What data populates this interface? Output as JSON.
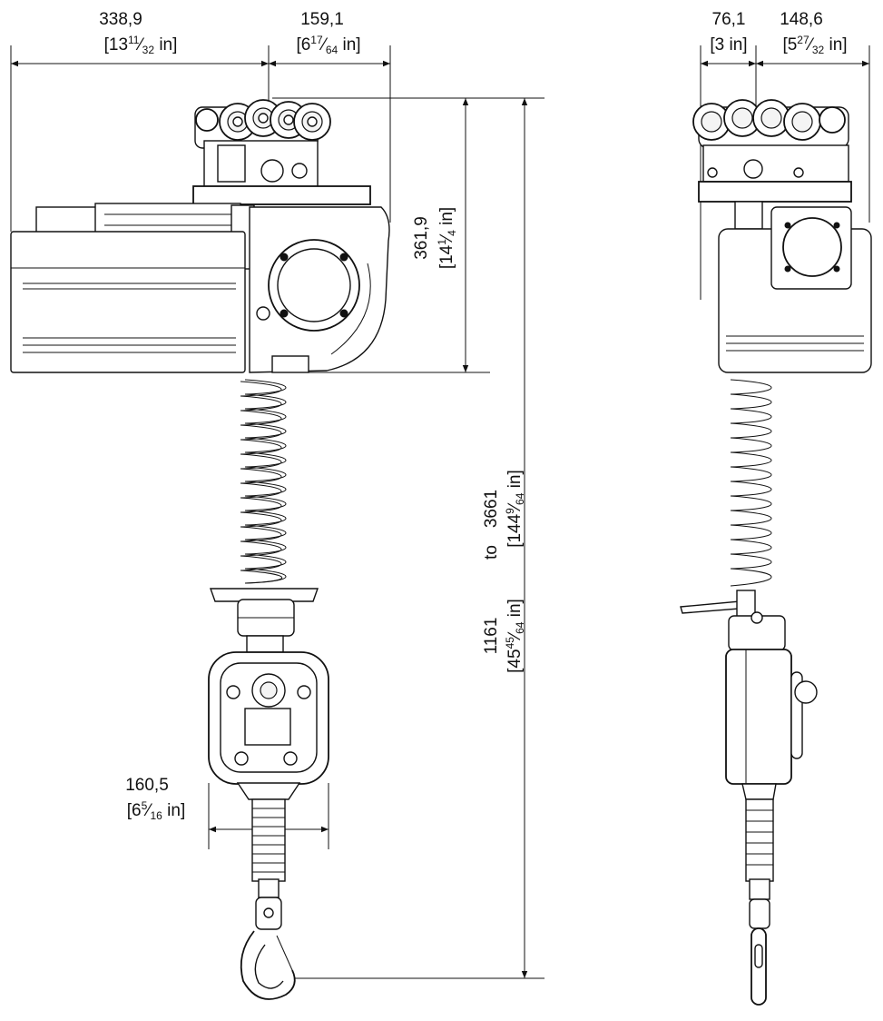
{
  "dimensions": {
    "width_total": {
      "mm": "338,9",
      "in_whole": "13",
      "in_num": "11",
      "in_den": "32"
    },
    "width_right": {
      "mm": "159,1",
      "in_whole": "6",
      "in_num": "17",
      "in_den": "64"
    },
    "depth_left": {
      "mm": "76,1",
      "in_text": "[3 in]"
    },
    "depth_right": {
      "mm": "148,6",
      "in_whole": "5",
      "in_num": "27",
      "in_den": "32"
    },
    "height_body": {
      "mm": "361,9",
      "in_whole": "14",
      "in_num": "1",
      "in_den": "4"
    },
    "height_min": {
      "mm": "1161",
      "in_whole": "45",
      "in_num": "45",
      "in_den": "64"
    },
    "height_max": {
      "mm": "3661",
      "in_whole": "144",
      "in_num": "9",
      "in_den": "64"
    },
    "height_to": "to",
    "handle_width": {
      "mm": "160,5",
      "in_whole": "6",
      "in_num": "5",
      "in_den": "16"
    },
    "unit": "in"
  }
}
